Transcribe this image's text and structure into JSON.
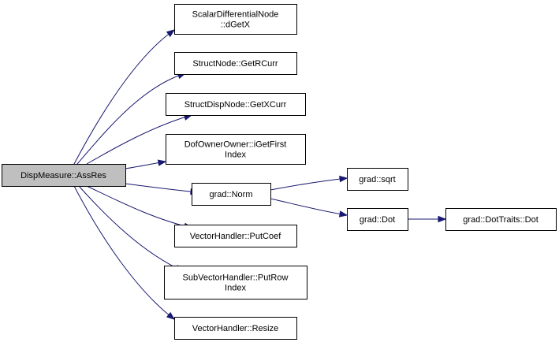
{
  "graph": {
    "nodes": [
      {
        "id": "n0",
        "lines": [
          "DispMeasure::AssRes"
        ],
        "root": true
      },
      {
        "id": "n1",
        "lines": [
          "ScalarDifferentialNode",
          "::dGetX"
        ]
      },
      {
        "id": "n2",
        "lines": [
          "StructNode::GetRCurr"
        ]
      },
      {
        "id": "n3",
        "lines": [
          "StructDispNode::GetXCurr"
        ]
      },
      {
        "id": "n4",
        "lines": [
          "DofOwnerOwner::iGetFirst",
          "Index"
        ]
      },
      {
        "id": "n5",
        "lines": [
          "grad::Norm"
        ]
      },
      {
        "id": "n6",
        "lines": [
          "VectorHandler::PutCoef"
        ]
      },
      {
        "id": "n7",
        "lines": [
          "SubVectorHandler::PutRow",
          "Index"
        ]
      },
      {
        "id": "n8",
        "lines": [
          "VectorHandler::Resize"
        ]
      },
      {
        "id": "n9",
        "lines": [
          "grad::sqrt"
        ]
      },
      {
        "id": "n10",
        "lines": [
          "grad::Dot"
        ]
      },
      {
        "id": "n11",
        "lines": [
          "grad::DotTraits::Dot"
        ]
      }
    ],
    "edges": [
      {
        "from": "n0",
        "to": "n1"
      },
      {
        "from": "n0",
        "to": "n2"
      },
      {
        "from": "n0",
        "to": "n3"
      },
      {
        "from": "n0",
        "to": "n4"
      },
      {
        "from": "n0",
        "to": "n5"
      },
      {
        "from": "n0",
        "to": "n6"
      },
      {
        "from": "n0",
        "to": "n7"
      },
      {
        "from": "n0",
        "to": "n8"
      },
      {
        "from": "n5",
        "to": "n9"
      },
      {
        "from": "n5",
        "to": "n10"
      },
      {
        "from": "n10",
        "to": "n11"
      }
    ],
    "colors": {
      "edge": "#191970",
      "root_fill": "#bfbfbf",
      "node_fill": "#ffffff",
      "border": "#000000"
    }
  }
}
